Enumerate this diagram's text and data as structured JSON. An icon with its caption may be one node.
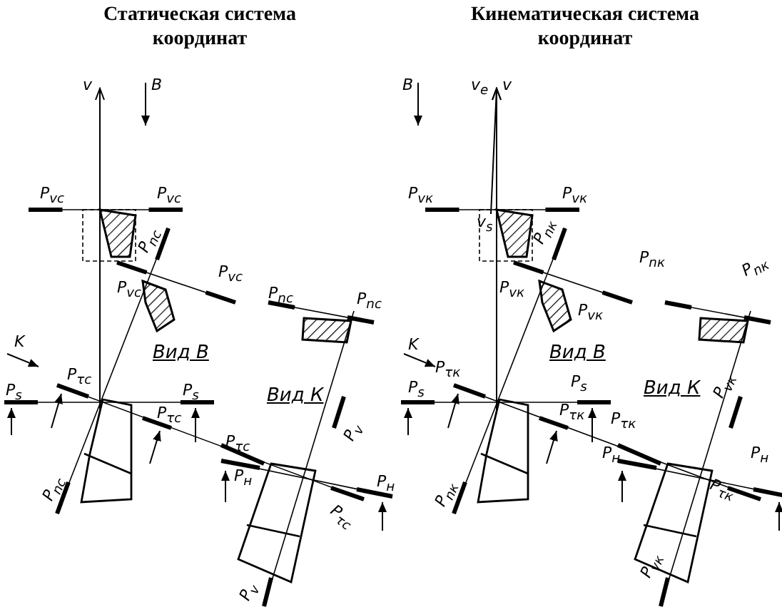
{
  "diagram": {
    "labels": [
      "Статическая система координат",
      "Кинематическая система координат",
      "v",
      "B",
      "P$_{vс}$",
      "P$_{vс}$",
      "P$_{nс}$",
      "P$_{vс}$",
      "P$_{vс}$",
      "P$_{nс}$",
      "P$_{nс}$",
      "Вид В",
      "K",
      "P$_{τс}$",
      "P$_{s}$",
      "P$_{s}$",
      "Вид К",
      "P$_{τс}$",
      "P$_{v}$",
      "P$_{τс}$",
      "P$_{н}$",
      "P$_{τс}$",
      "P$_{н}$",
      "P$_{nс}$",
      "P$_{v}$",
      "B",
      "v$_{e}$",
      "v",
      "P$_{vк}$",
      "v$_{s}$",
      "P$_{vк}$",
      "P$_{nк}$",
      "P$_{vк}$",
      "P$_{vк}$",
      "P$_{nк}$",
      "P$_{nк}$",
      "Вид В",
      "K",
      "P$_{τк}$",
      "P$_{s}$",
      "P$_{s}$",
      "P$_{τк}$",
      "Вид К",
      "P$_{vк}$",
      "P$_{τк}$",
      "P$_{nк}$",
      "P$_{н}$",
      "P$_{н}$",
      "P$_{τк}$",
      "P$_{vк}$"
    ]
  }
}
